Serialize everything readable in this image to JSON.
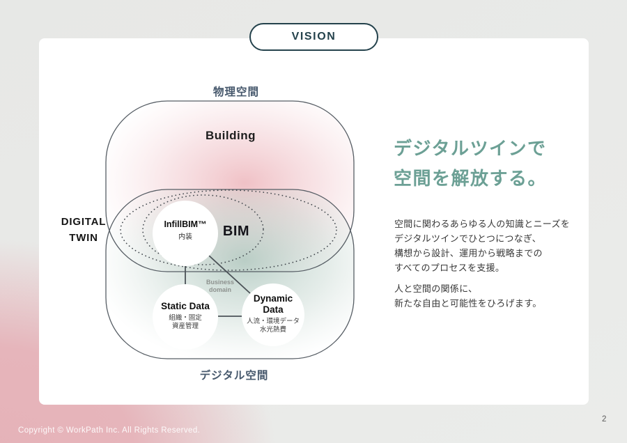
{
  "badge": {
    "label": "VISION"
  },
  "diagram": {
    "physical_space_label": "物理空間",
    "digital_space_label": "デジタル空間",
    "digital_twin_line1": "DIGITAL",
    "digital_twin_line2": "TWIN",
    "building_label": "Building",
    "bim_label": "BIM",
    "infill_bim": {
      "title": "InfillBIM™",
      "subtitle": "内装"
    },
    "business_domain_line1": "Business",
    "business_domain_line2": "domain",
    "static_data": {
      "title": "Static Data",
      "line1": "組織・固定",
      "line2": "資産管理"
    },
    "dynamic_data": {
      "title_line1": "Dynamic",
      "title_line2": "Data",
      "line1": "人流・環境データ",
      "line2": "水光熱費"
    }
  },
  "content": {
    "heading_line1": "デジタルツインで",
    "heading_line2": "空間を解放する。",
    "paragraph1": [
      "空間に関わるあらゆる人の知識とニーズを",
      "デジタルツインでひとつにつなぎ、",
      "構想から設計、運用から戦略までの",
      "すべてのプロセスを支援。"
    ],
    "paragraph2": [
      "人と空間の関係に、",
      "新たな自由と可能性をひろげます。"
    ]
  },
  "footer": {
    "copyright": "Copyright © WorkPath Inc. All Rights Reserved.",
    "page_number": "2"
  },
  "colors": {
    "accent_teal": "#6ca095",
    "badge_navy": "#24424c",
    "label_slate": "#46586c",
    "pink_cloud": "#f0bfc4",
    "sage_cloud": "#a9c4ba",
    "background_pink": "#e6b5bb"
  }
}
